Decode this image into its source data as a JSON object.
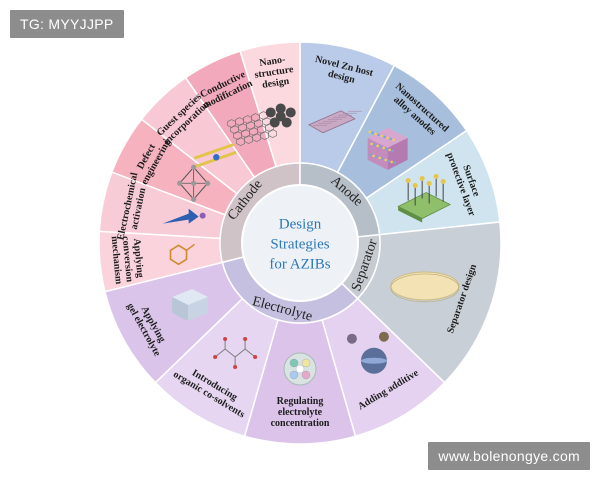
{
  "watermark_top": "TG: MYYJJPP",
  "watermark_bottom": "www.bolenongye.com",
  "center": {
    "lines": [
      "Design",
      "Strategies",
      "for AZIBs"
    ],
    "color": "#2d78b8"
  },
  "quadrants": [
    {
      "name": "Cathode",
      "color": "#cfc3c8"
    },
    {
      "name": "Anode",
      "color": "#b6bec8"
    },
    {
      "name": "Separator",
      "color": "#c6cbd1"
    },
    {
      "name": "Electrolyte",
      "color": "#c5bfe0"
    }
  ],
  "segments": [
    {
      "group": "Anode",
      "label": [
        "Novel Zn host",
        "design"
      ],
      "color": "#b9cbe8",
      "icon": "zn-host-mesh"
    },
    {
      "group": "Anode",
      "label": [
        "Nanostructured",
        "alloy anodes"
      ],
      "color": "#a7bedc",
      "icon": "alloy-cube"
    },
    {
      "group": "Anode",
      "label": [
        "Surface",
        "protective layer"
      ],
      "color": "#cfe4ef",
      "icon": "protective-layer-grid"
    },
    {
      "group": "Separator",
      "label": [
        "Separator design"
      ],
      "color": "#c9cfd6",
      "icon": "separator-disc"
    },
    {
      "group": "Electrolyte",
      "label": [
        "Adding additive"
      ],
      "color": "#e5d2f0",
      "icon": "additive-spheres"
    },
    {
      "group": "Electrolyte",
      "label": [
        "Regulating",
        "electrolyte",
        "concentration"
      ],
      "color": "#dcc3ea",
      "icon": "electrolyte-dish"
    },
    {
      "group": "Electrolyte",
      "label": [
        "Introducing",
        "organic co-solvents"
      ],
      "color": "#e6d6f1",
      "icon": "molecule-structure"
    },
    {
      "group": "Electrolyte",
      "label": [
        "Applying",
        "gel electrolyte"
      ],
      "color": "#dac4e9",
      "icon": "gel-block"
    },
    {
      "group": "Cathode",
      "label": [
        "Applying",
        "conversion",
        "mechanism"
      ],
      "color": "#fbd3dc",
      "icon": "conversion-ring"
    },
    {
      "group": "Cathode",
      "label": [
        "Electrochemical",
        "activation"
      ],
      "color": "#f7ccd6",
      "icon": "charge-arrow"
    },
    {
      "group": "Cathode",
      "label": [
        "Defect",
        "engineering"
      ],
      "color": "#f6b2bf",
      "icon": "lattice-octahedron"
    },
    {
      "group": "Cathode",
      "label": [
        "Guest species",
        "incorporation"
      ],
      "color": "#f8c8d4",
      "icon": "layered-intercalation"
    },
    {
      "group": "Cathode",
      "label": [
        "Conductive",
        "modification"
      ],
      "color": "#f2a9bb",
      "icon": "graphene-sheet"
    },
    {
      "group": "Cathode",
      "label": [
        "Nano-",
        "structure",
        "design"
      ],
      "color": "#fbd9df",
      "icon": "nanoparticle-cluster"
    }
  ]
}
